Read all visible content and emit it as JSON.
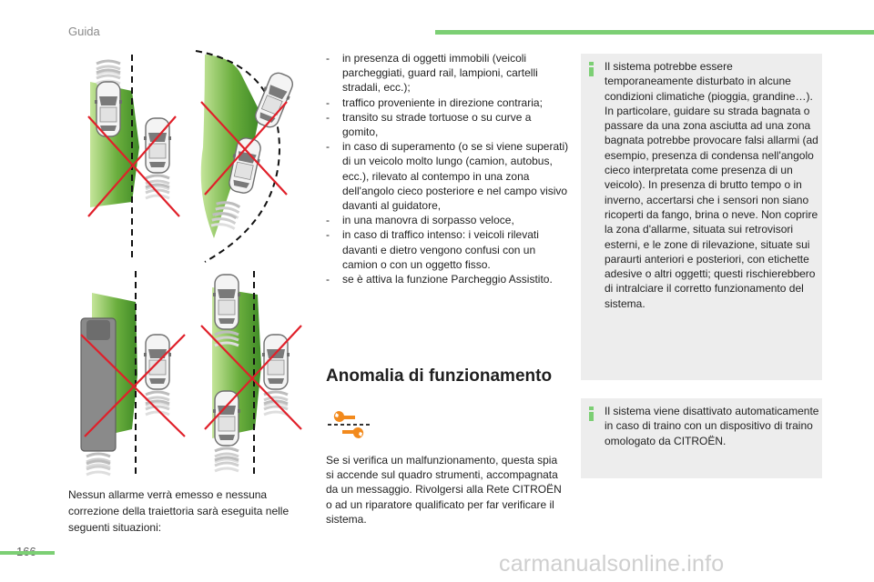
{
  "header": {
    "section": "Guida"
  },
  "page_number": "166",
  "watermark": "carmanualsonline.info",
  "illustration": {
    "alt": ""
  },
  "caption": "Nessun allarme verrà emesso e nessuna correzione della traiettoria sarà eseguita nelle seguenti situazioni:",
  "situations": [
    {
      "dash": "-",
      "text": "in presenza di oggetti immobili (veicoli parcheggiati, guard rail, lampioni, cartelli stradali, ecc.);"
    },
    {
      "dash": "-",
      "text": "traffico proveniente in direzione contraria;"
    },
    {
      "dash": "-",
      "text": "transito su strade tortuose o su curve a gomito,"
    },
    {
      "dash": "-",
      "text": "in caso di superamento (o se si viene superati) di un veicolo molto lungo (camion, autobus, ecc.), rilevato al contempo in una zona dell'angolo cieco posteriore e nel campo visivo davanti al guidatore,"
    },
    {
      "dash": "-",
      "text": "in una manovra di sorpasso veloce,"
    },
    {
      "dash": "-",
      "text": "in caso di traffico intenso: i veicoli rilevati davanti e dietro vengono confusi con un camion o con un oggetto fisso."
    },
    {
      "dash": "-",
      "text": "se è attiva la funzione Parcheggio Assistito."
    }
  ],
  "anomaly": {
    "title": "Anomalia di funzionamento",
    "icon": "wrench-warning-icon",
    "text": "Se si verifica un malfunzionamento, questa spia si accende sul quadro strumenti, accompagnata da un messaggio. Rivolgersi alla Rete CITROËN o ad un riparatore qualificato per far verificare il sistema."
  },
  "info_boxes": [
    {
      "icon": "info-icon",
      "text": "Il sistema potrebbe essere temporaneamente disturbato in alcune condizioni climatiche (pioggia, grandine…). In particolare, guidare su strada bagnata o passare da una zona asciutta ad una zona bagnata potrebbe provocare falsi allarmi (ad esempio, presenza di condensa nell'angolo cieco interpretata come presenza di un veicolo). In presenza di brutto tempo o in inverno, accertarsi che i sensori non siano ricoperti da fango, brina o neve. Non coprire la zona d'allarme, situata sui retrovisori esterni, e le zone di rilevazione, situate sui paraurti anteriori e posteriori, con etichette adesive o altri oggetti; questi rischierebbero di intralciare il corretto funzionamento del sistema."
    },
    {
      "icon": "info-icon",
      "text": "Il sistema viene disattivato automaticamente in caso di traino con un dispositivo di traino omologato da CITROËN."
    }
  ],
  "colors": {
    "accent": "#7ccf74",
    "zone": "#5fa53a",
    "cross": "#e0202a",
    "box": "#ededed",
    "wrench": "#f28a1d"
  }
}
